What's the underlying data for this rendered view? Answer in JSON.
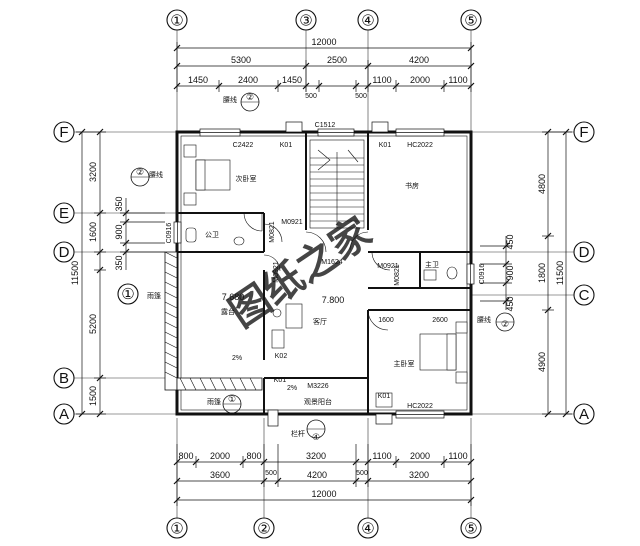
{
  "watermark": "图纸之家",
  "axes": {
    "top": [
      "①",
      "③",
      "④",
      "⑤"
    ],
    "bottom": [
      "①",
      "②",
      "④",
      "⑤"
    ],
    "left": [
      "F",
      "E",
      "D",
      "①",
      "B",
      "A"
    ],
    "right": [
      "F",
      "D",
      "C",
      "A"
    ]
  },
  "dims": {
    "top_total": "12000",
    "top_row1": [
      "5300",
      "2500",
      "4200"
    ],
    "top_row2": [
      "1450",
      "2400",
      "1450",
      "500",
      "1100",
      "2000",
      "1100"
    ],
    "top_500a": "500",
    "top_500b": "500",
    "bottom_total": "12000",
    "bottom_row1": [
      "3600",
      "500",
      "4200",
      "500",
      "3200"
    ],
    "bottom_row2": [
      "800",
      "2000",
      "800",
      "3200",
      "1100",
      "2000",
      "1100"
    ],
    "left_total": "11500",
    "left_row1": [
      "3200",
      "1600",
      "350",
      "5200",
      "1500"
    ],
    "left_row2": [
      "350",
      "900",
      "350"
    ],
    "right_total": "11500",
    "right_row1": [
      "4800",
      "1800",
      "4900"
    ],
    "right_row2": [
      "450",
      "900",
      "450"
    ]
  },
  "labels": {
    "c1512": "C1512",
    "c2422": "C2422",
    "hc2022_top": "HC2022",
    "hc2022_bottom": "HC2022",
    "k01_a": "K01",
    "k01_b": "K01",
    "k01_c": "K01",
    "k01_d": "K01",
    "k02": "K02",
    "m0921_a": "M0921",
    "m0921_b": "M0921",
    "m0921_c": "M0921",
    "m0821_a": "M0821",
    "m0821_b": "M0821",
    "m1624": "M1624",
    "m3226": "M3226",
    "c0916_a": "C0916",
    "c0916_b": "C0916",
    "level_a": "7.800",
    "level_b": "7.680",
    "slope_a": "2%",
    "slope_b": "2%",
    "dim_1600": "1600",
    "dim_2600": "2600",
    "yudong": "雨篷",
    "yudong2": "雨篷",
    "yaoxian_a": "腰线",
    "yaoxian_b": "腰线",
    "yaoxian_c": "腰线",
    "langan": "栏杆"
  },
  "rooms": {
    "second_bedroom": "次卧室",
    "study": "书房",
    "public_bath": "公卫",
    "living": "客厅",
    "master_bath": "主卫",
    "master_bedroom": "主卧室",
    "terrace": "露台",
    "balcony": "观景阳台"
  },
  "detail_marks": [
    "②",
    "②",
    "①",
    "①",
    "①",
    "④",
    "②"
  ]
}
